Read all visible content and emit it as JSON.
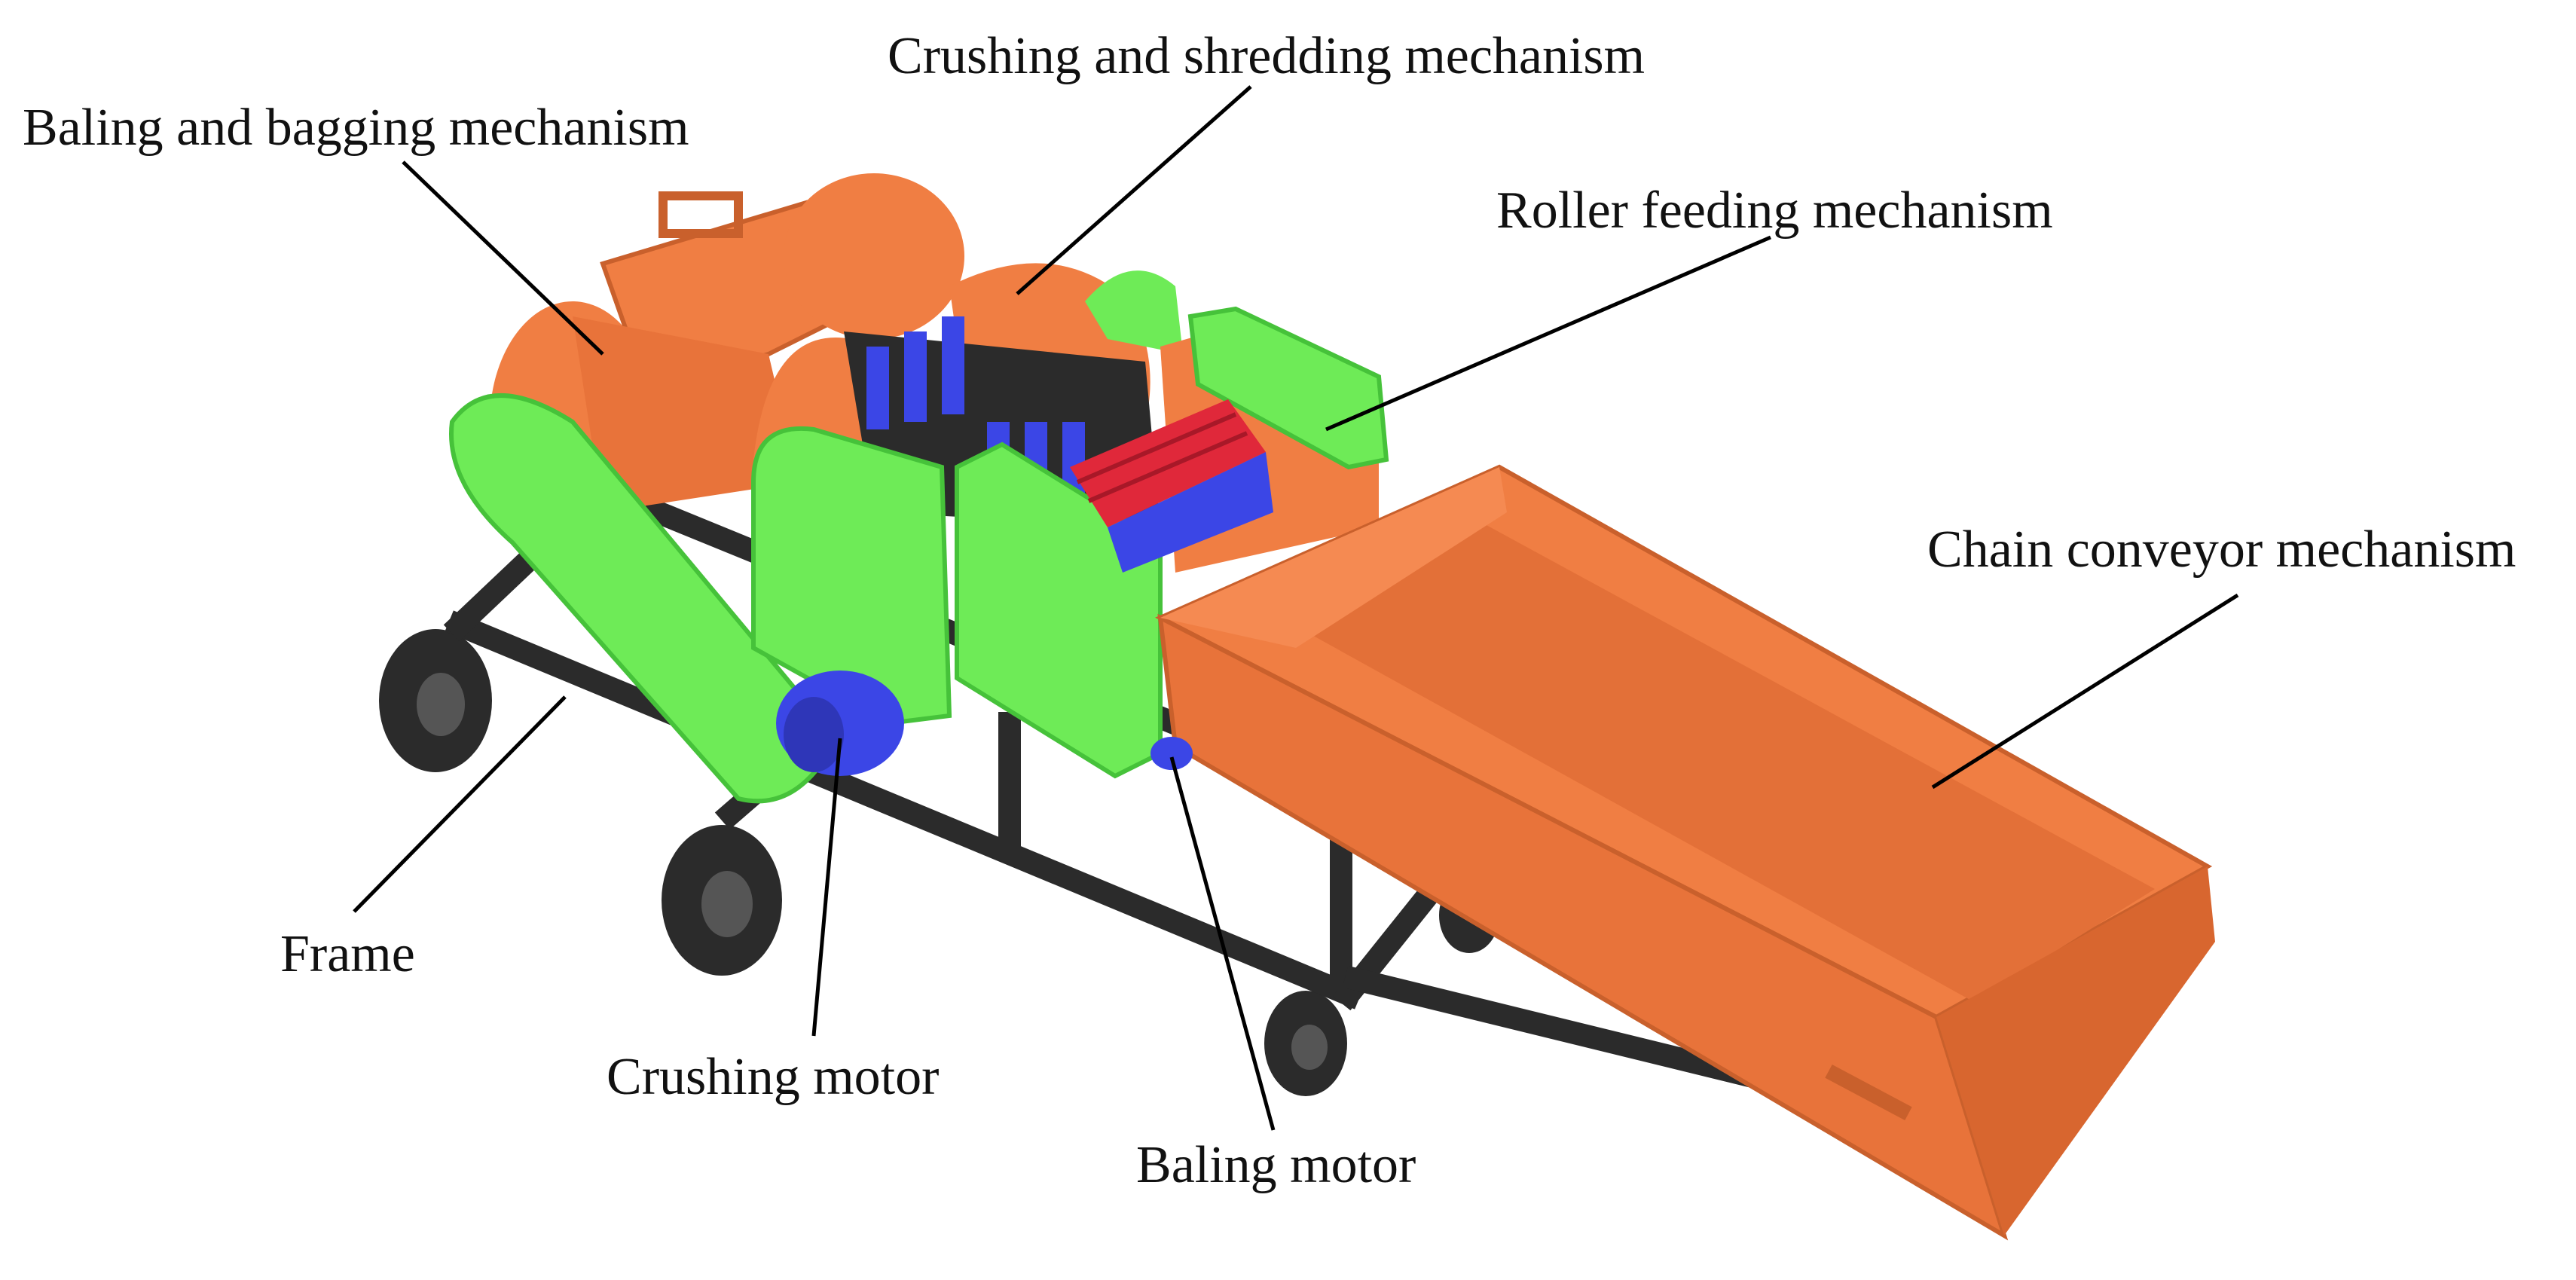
{
  "labels": {
    "baling_bagging": "Baling and bagging mechanism",
    "crushing_shredding": "Crushing and shredding mechanism",
    "roller_feeding": "Roller feeding mechanism",
    "chain_conveyor": "Chain conveyor mechanism",
    "frame": "Frame",
    "crushing_motor": "Crushing motor",
    "baling_motor": "Baling motor"
  },
  "colors": {
    "housing_orange": "#F07E43",
    "housing_orange_dark": "#C9602C",
    "cover_green": "#6EEB57",
    "cover_green_dark": "#46C23A",
    "frame_black": "#2B2B2B",
    "blade_blue": "#3B46E6",
    "roller_red": "#E0283A",
    "leader_line": "#000000"
  }
}
